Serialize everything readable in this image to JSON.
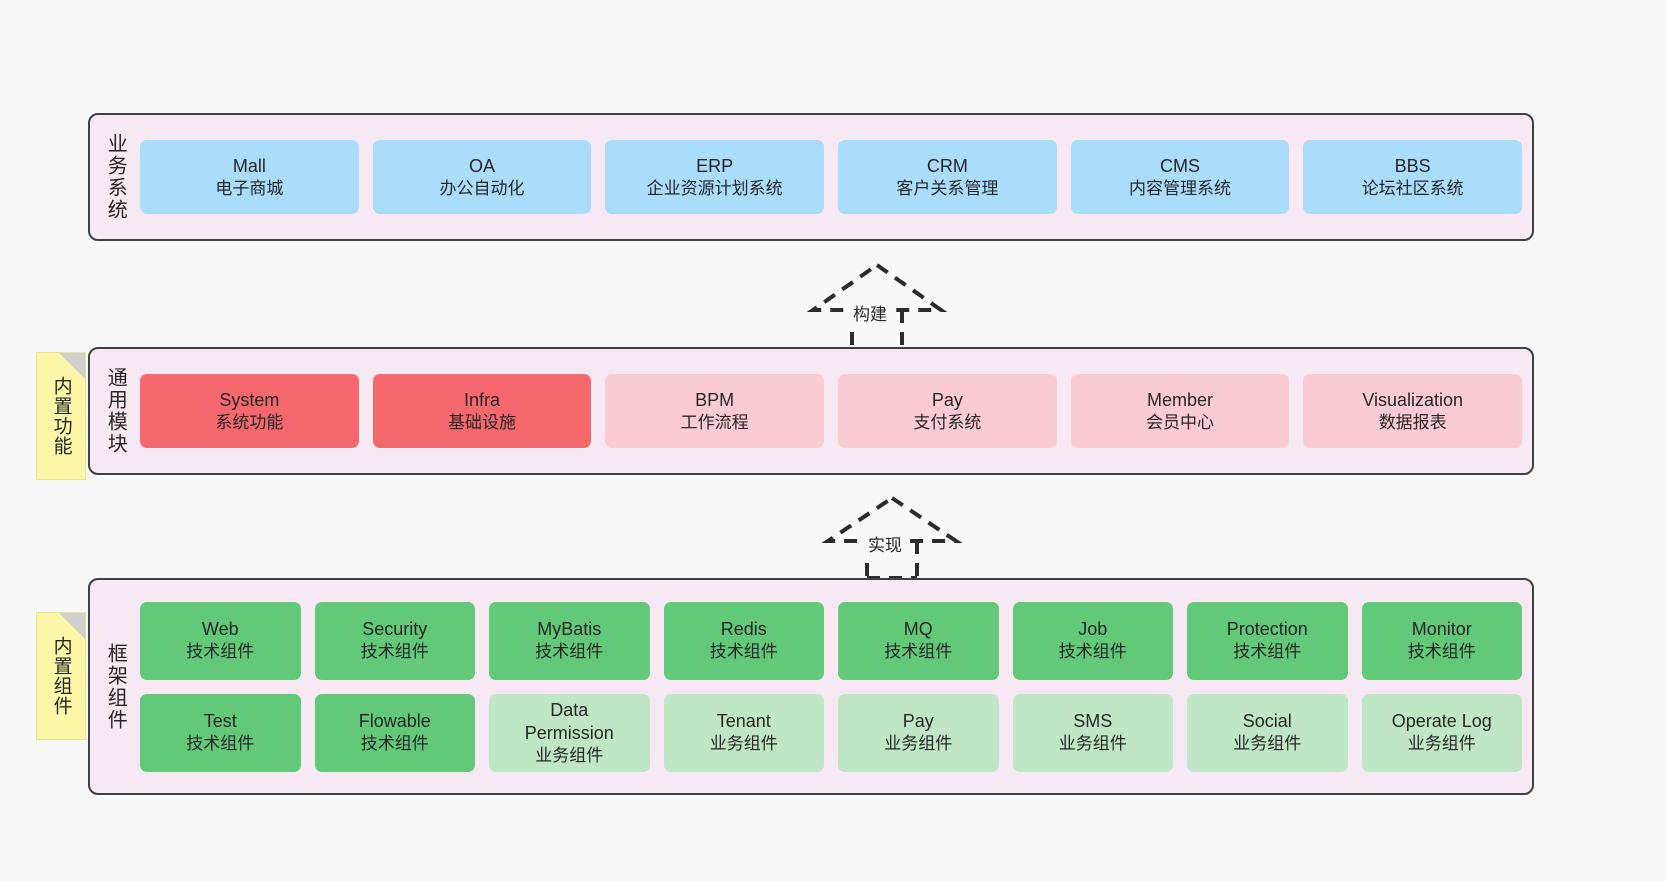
{
  "diagram": {
    "background": "#f8f8f8",
    "panel_bg": "#f7e9f3",
    "panel_border": "#3f3f46",
    "colors": {
      "business": "#aadcfb",
      "core_module": "#f4686e",
      "module": "#fbcbd4",
      "tech_component": "#62c978",
      "business_component": "#bfe7c6",
      "sticky": "#fbf7a6"
    }
  },
  "layers": [
    {
      "id": "business-systems",
      "title": "业务系统",
      "sticky": null,
      "rows": [
        {
          "cards": [
            {
              "title": "Mall",
              "subtitle": "电子商城",
              "style": "blue"
            },
            {
              "title": "OA",
              "subtitle": "办公自动化",
              "style": "blue"
            },
            {
              "title": "ERP",
              "subtitle": "企业资源计划系统",
              "style": "blue"
            },
            {
              "title": "CRM",
              "subtitle": "客户关系管理",
              "style": "blue"
            },
            {
              "title": "CMS",
              "subtitle": "内容管理系统",
              "style": "blue"
            },
            {
              "title": "BBS",
              "subtitle": "论坛社区系统",
              "style": "blue"
            }
          ]
        }
      ]
    },
    {
      "id": "common-modules",
      "title": "通用模块",
      "sticky": "内置功能",
      "rows": [
        {
          "cards": [
            {
              "title": "System",
              "subtitle": "系统功能",
              "style": "red"
            },
            {
              "title": "Infra",
              "subtitle": "基础设施",
              "style": "red"
            },
            {
              "title": "BPM",
              "subtitle": "工作流程",
              "style": "pink"
            },
            {
              "title": "Pay",
              "subtitle": "支付系统",
              "style": "pink"
            },
            {
              "title": "Member",
              "subtitle": "会员中心",
              "style": "pink"
            },
            {
              "title": "Visualization",
              "subtitle": "数据报表",
              "style": "pink"
            }
          ]
        }
      ]
    },
    {
      "id": "framework-components",
      "title": "框架组件",
      "sticky": "内置组件",
      "rows": [
        {
          "cards": [
            {
              "title": "Web",
              "subtitle": "技术组件",
              "style": "green"
            },
            {
              "title": "Security",
              "subtitle": "技术组件",
              "style": "green"
            },
            {
              "title": "MyBatis",
              "subtitle": "技术组件",
              "style": "green"
            },
            {
              "title": "Redis",
              "subtitle": "技术组件",
              "style": "green"
            },
            {
              "title": "MQ",
              "subtitle": "技术组件",
              "style": "green"
            },
            {
              "title": "Job",
              "subtitle": "技术组件",
              "style": "green"
            },
            {
              "title": "Protection",
              "subtitle": "技术组件",
              "style": "green"
            },
            {
              "title": "Monitor",
              "subtitle": "技术组件",
              "style": "green"
            }
          ]
        },
        {
          "cards": [
            {
              "title": "Test",
              "subtitle": "技术组件",
              "style": "green"
            },
            {
              "title": "Flowable",
              "subtitle": "技术组件",
              "style": "green"
            },
            {
              "title": "Data Permission",
              "subtitle": "业务组件",
              "style": "lightgreen"
            },
            {
              "title": "Tenant",
              "subtitle": "业务组件",
              "style": "lightgreen"
            },
            {
              "title": "Pay",
              "subtitle": "业务组件",
              "style": "lightgreen"
            },
            {
              "title": "SMS",
              "subtitle": "业务组件",
              "style": "lightgreen"
            },
            {
              "title": "Social",
              "subtitle": "业务组件",
              "style": "lightgreen"
            },
            {
              "title": "Operate Log",
              "subtitle": "业务组件",
              "style": "lightgreen"
            }
          ]
        }
      ]
    }
  ],
  "connectors": [
    {
      "id": "build",
      "label": "构建",
      "from": "common-modules",
      "to": "business-systems",
      "kind": "dashed-hollow-arrow"
    },
    {
      "id": "implement",
      "label": "实现",
      "from": "framework-components",
      "to": "common-modules",
      "kind": "dashed-hollow-arrow"
    }
  ]
}
